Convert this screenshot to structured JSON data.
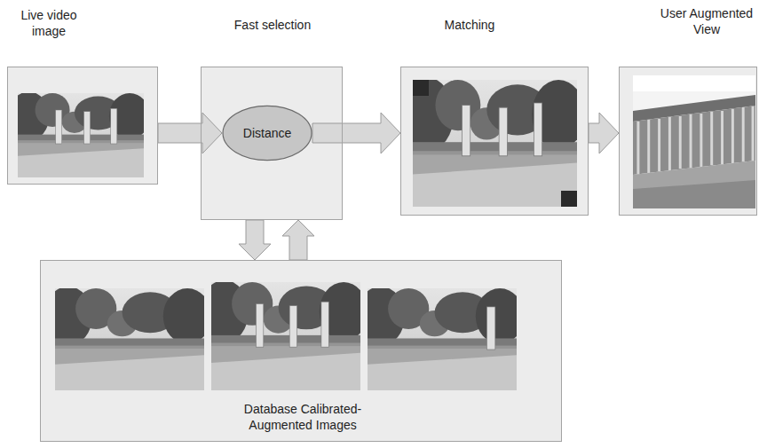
{
  "diagram": {
    "nodes": [
      {
        "text": [
          "Live video image"
        ]
      },
      {
        "text": [
          "Fast selection"
        ]
      },
      {
        "text": [
          "Distance"
        ],
        "in": 1
      },
      {
        "text": [
          "Matching"
        ]
      },
      {
        "text": [
          "User Augmented View"
        ]
      },
      {
        "text": [
          "Database Calibrated-Augmented Images"
        ]
      }
    ],
    "edges": [
      {
        "from": 0,
        "to": 2,
        "arrow": "to"
      },
      {
        "from": 2,
        "to": 3,
        "arrow": "to"
      },
      {
        "from": 3,
        "to": 4,
        "arrow": "to"
      },
      {
        "from": 1,
        "to": 5,
        "arrow": "to"
      },
      {
        "from": 5,
        "to": 1,
        "arrow": "to"
      }
    ]
  }
}
